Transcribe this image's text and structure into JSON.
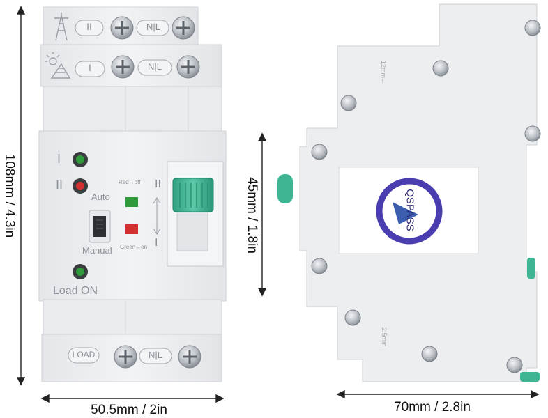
{
  "product": {
    "front": {
      "inputs": [
        {
          "icon": "power-tower-icon",
          "roman": "II",
          "terminal": "N|L"
        },
        {
          "icon": "solar-icon",
          "roman": "I",
          "terminal": "N|L"
        }
      ],
      "indicators": {
        "source_one": "I",
        "source_two": "II",
        "auto": "Auto",
        "manual": "Manual",
        "load_on": "Load ON",
        "red_off": "Red→off",
        "green_on": "Green→on",
        "switch_top": "II",
        "switch_bottom": "I"
      },
      "output": {
        "label": "LOAD",
        "terminal": "N|L"
      }
    },
    "side": {
      "logo_text": "QSPASS",
      "top_marking": "12mm←",
      "bottom_marking": "2.5mm"
    }
  },
  "dimensions": {
    "height": "108mm / 4.3in",
    "width": "50.5mm / 2in",
    "depth_height": "45mm / 1.8in",
    "depth": "70mm / 2.8in"
  },
  "colors": {
    "body": "#eceef0",
    "handle": "#3fb594",
    "led_green": "#2f9a3a",
    "led_red": "#d23030",
    "logo_ring": "#4a3db0",
    "logo_arrow": "#3b5fae"
  }
}
